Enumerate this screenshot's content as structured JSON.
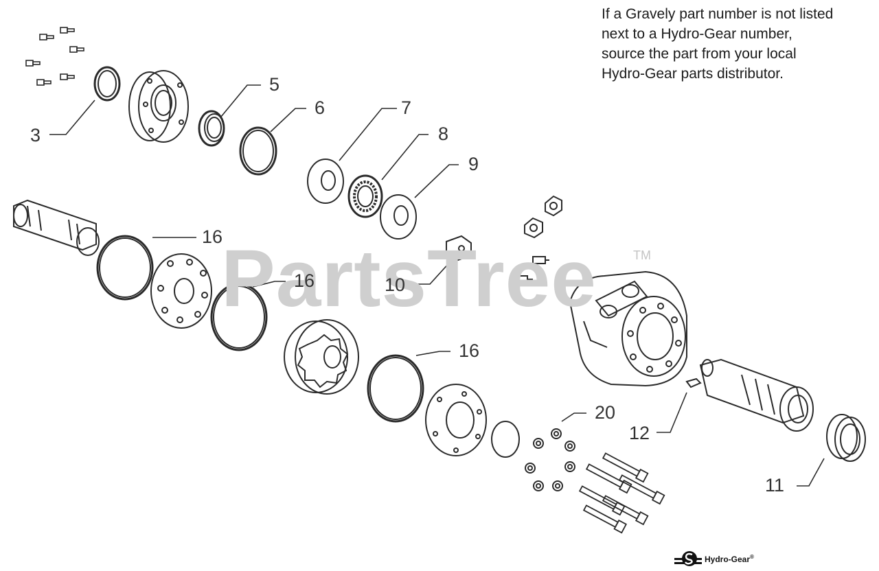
{
  "note": {
    "text": "If a Gravely part number is not listed\nnext to a Hydro-Gear number,\nsource the part from your local\nHydro-Gear parts distributor."
  },
  "watermark": {
    "text": "PartsTree",
    "tm": "TM"
  },
  "callouts": [
    "3",
    "5",
    "6",
    "7",
    "8",
    "9",
    "10",
    "11",
    "12",
    "16",
    "16",
    "16",
    "20"
  ],
  "logo": {
    "text": "Hydro-Gear",
    "reg": "®"
  },
  "colors": {
    "line": "#2a2a2a",
    "watermark": "#cfcfcf",
    "background": "#ffffff"
  }
}
